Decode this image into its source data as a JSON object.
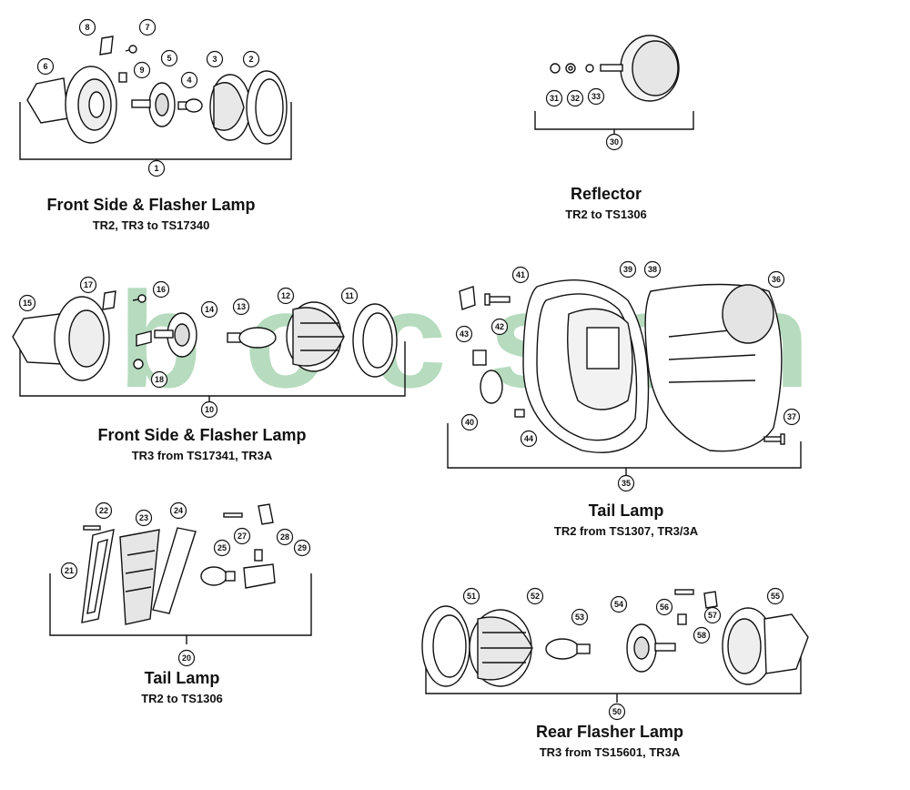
{
  "watermark": {
    "text": "b o c s c h",
    "color": "#7bbf8a"
  },
  "groups": [
    {
      "number": "1",
      "title": "Front Side & Flasher Lamp",
      "subtitle": "TR2, TR3 to TS17340"
    },
    {
      "number": "30",
      "title": "Reflector",
      "subtitle": "TR2 to TS1306"
    },
    {
      "number": "10",
      "title": "Front Side & Flasher Lamp",
      "subtitle": "TR3 from TS17341, TR3A"
    },
    {
      "number": "35",
      "title": "Tail Lamp",
      "subtitle": "TR2 from TS1307, TR3/3A"
    },
    {
      "number": "20",
      "title": "Tail Lamp",
      "subtitle": "TR2 to TS1306"
    },
    {
      "number": "50",
      "title": "Rear Flasher Lamp",
      "subtitle": "TR3 from TS15601, TR3A"
    }
  ],
  "callouts": [
    "1",
    "2",
    "3",
    "4",
    "5",
    "6",
    "7",
    "8",
    "9",
    "10",
    "11",
    "12",
    "13",
    "14",
    "15",
    "16",
    "17",
    "18",
    "20",
    "21",
    "22",
    "23",
    "24",
    "25",
    "27",
    "28",
    "29",
    "30",
    "31",
    "32",
    "33",
    "35",
    "36",
    "37",
    "38",
    "39",
    "40",
    "41",
    "42",
    "43",
    "44",
    "50",
    "51",
    "52",
    "53",
    "54",
    "55",
    "56",
    "57",
    "58"
  ]
}
